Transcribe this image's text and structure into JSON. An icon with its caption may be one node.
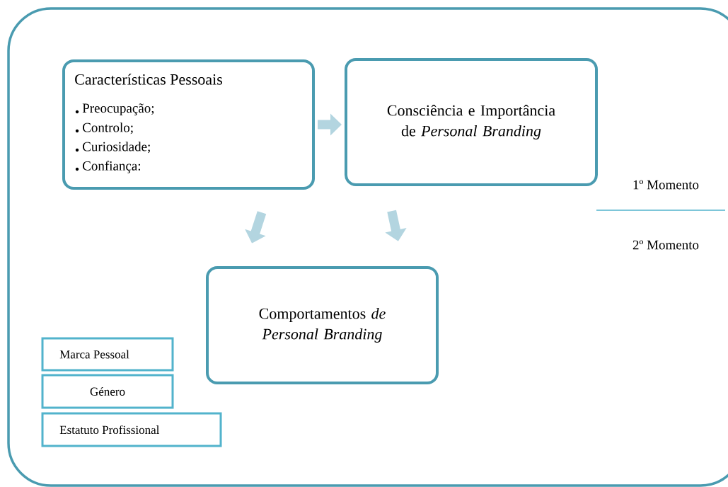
{
  "diagram": {
    "nodes": [
      {
        "text": [],
        "shape": "box"
      },
      {
        "text": [
          "Características Pessoais",
          "Preocupação;",
          "Controlo;",
          "Curiosidade;",
          "Confiança:"
        ],
        "in": 0
      },
      {
        "text": [
          "Consciência e Importância de *Personal Branding*"
        ],
        "in": 0
      },
      {
        "text": [
          "Comportamentos *de Personal Branding*"
        ],
        "in": 0
      },
      {
        "text": [
          "Marca Pessoal"
        ],
        "in": 0
      },
      {
        "text": [
          "Género"
        ],
        "in": 0
      },
      {
        "text": [
          "Estatuto Profissional"
        ],
        "in": 0
      }
    ],
    "edges": [
      {
        "from": 1,
        "to": 2,
        "arrow": "to"
      },
      {
        "from": 1,
        "to": 3,
        "arrow": "to"
      },
      {
        "from": 2,
        "to": 3,
        "arrow": "to"
      }
    ],
    "labels": [
      "1º Momento",
      "2º Momento"
    ]
  }
}
